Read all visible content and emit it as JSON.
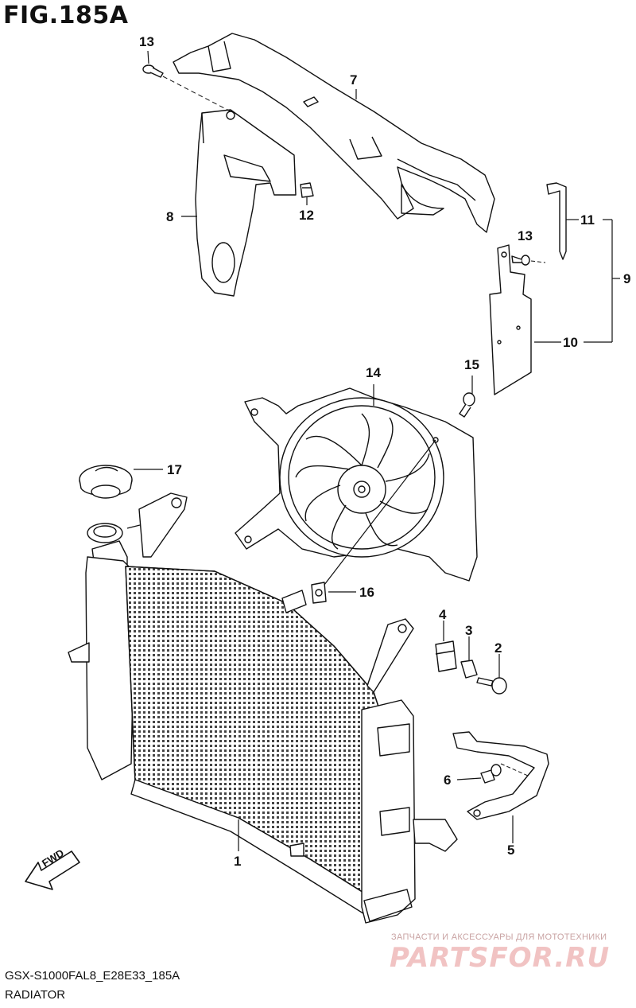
{
  "figure": {
    "title": "FIG.185A",
    "model_code": "GSX-S1000FAL8_E28E33_185A",
    "section_name": "RADIATOR",
    "fwd_label": "FWD"
  },
  "callouts": {
    "c1": "1",
    "c2": "2",
    "c3": "3",
    "c4": "4",
    "c5": "5",
    "c6": "6",
    "c7": "7",
    "c8": "8",
    "c9": "9",
    "c10": "10",
    "c11": "11",
    "c12": "12",
    "c13a": "13",
    "c13b": "13",
    "c14": "14",
    "c15": "15",
    "c16": "16",
    "c17": "17"
  },
  "watermark": {
    "caption": "ЗАПЧАСТИ И АКСЕССУАРЫ ДЛЯ МОТОТЕХНИКИ",
    "logo": "PARTSFOR.RU"
  }
}
